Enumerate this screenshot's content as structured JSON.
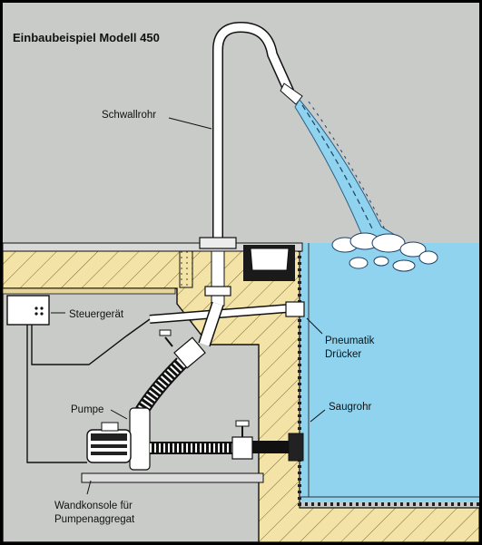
{
  "title": "Einbaubeispiel Modell 450",
  "labels": {
    "schwallrohr": "Schwallrohr",
    "steuergeraet": "Steuergerät",
    "pneumatik_line1": "Pneumatik",
    "pneumatik_line2": "Drücker",
    "saugrohr": "Saugrohr",
    "pumpe": "Pumpe",
    "wandkonsole_line1": "Wandkonsole für",
    "wandkonsole_line2": "Pumpenaggregat"
  },
  "colors": {
    "sky": "#c9cbc9",
    "concrete": "#f3e3a6",
    "water": "#8fd3ee",
    "pipe": "#ffffff",
    "outline": "#111111"
  }
}
